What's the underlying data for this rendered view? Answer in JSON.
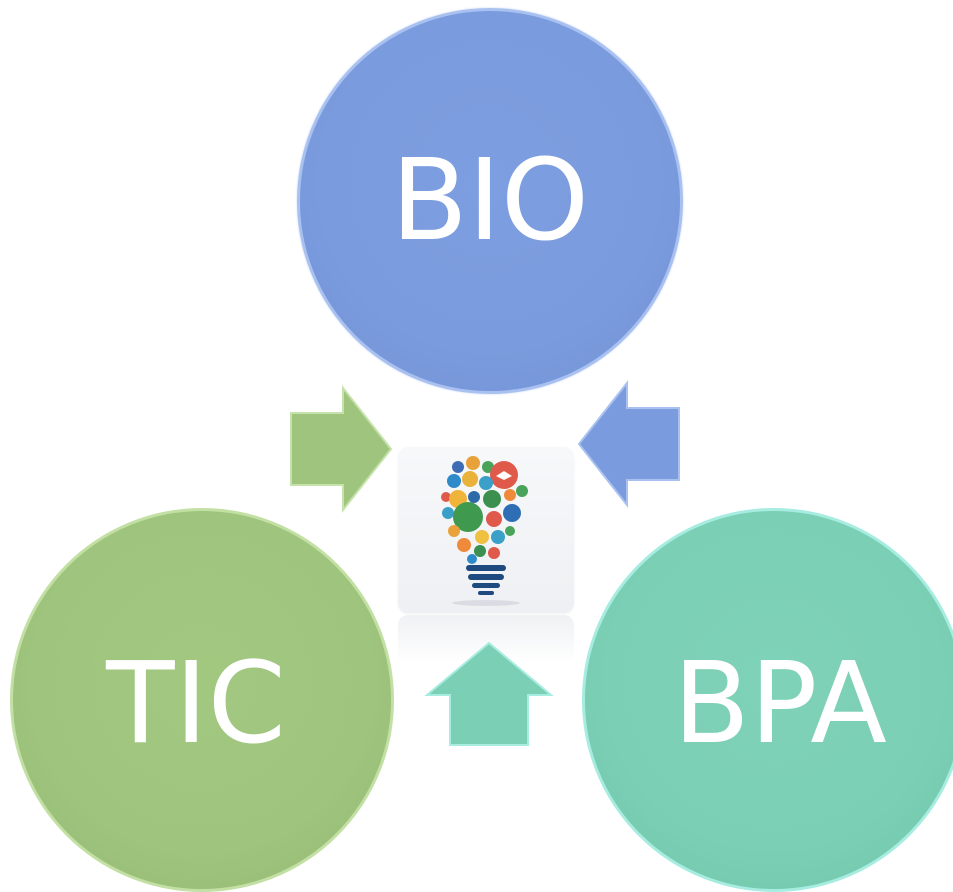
{
  "diagram": {
    "nodes": [
      {
        "id": "bio",
        "label": "BIO",
        "color": "#7a9bdd"
      },
      {
        "id": "tic",
        "label": "TIC",
        "color": "#9fc47e"
      },
      {
        "id": "bpa",
        "label": "BPA",
        "color": "#7bcfb4"
      }
    ],
    "center": {
      "icon": "lightbulb-ideas-icon"
    },
    "arrows": [
      {
        "from": "tic",
        "to": "center",
        "color": "#9fc47e",
        "direction": "right"
      },
      {
        "from": "bio",
        "to": "center",
        "color": "#7a9bdd",
        "direction": "left"
      },
      {
        "from": "bpa",
        "to": "center",
        "color": "#7bcfb4",
        "direction": "up"
      }
    ]
  }
}
